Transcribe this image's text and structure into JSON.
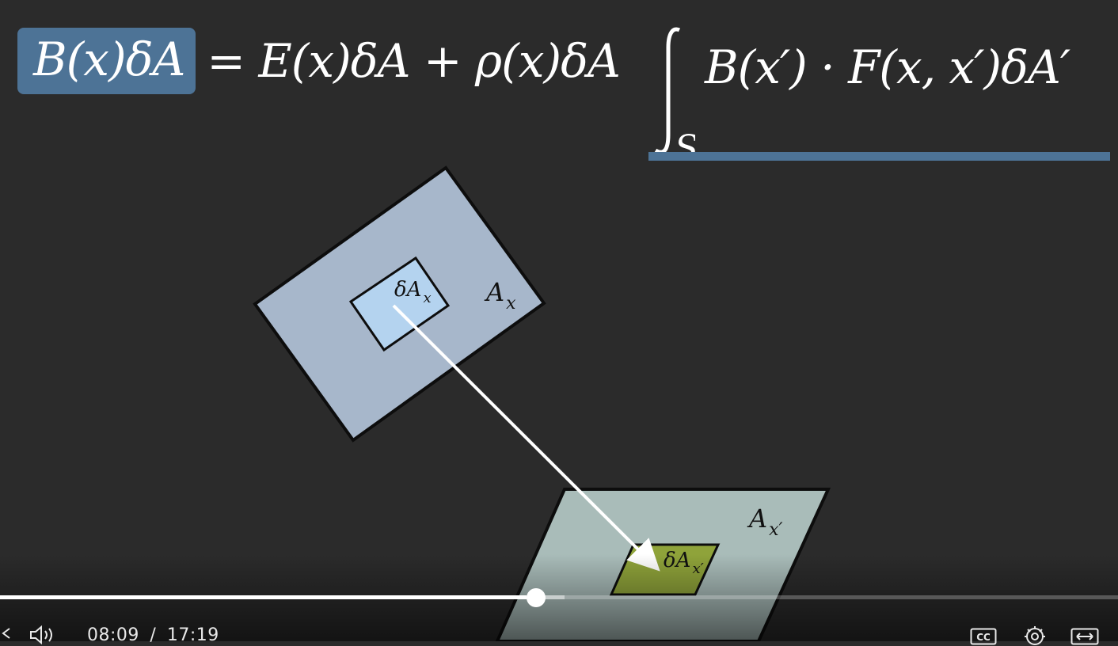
{
  "equation": {
    "lhs": "B(x)δA",
    "rhs": "= E(x)δA + ρ(x)δA",
    "integral_subscript": "S",
    "integrand": "B(x′) · F(x, x′)δA′"
  },
  "diagram": {
    "surface_x_label": "A",
    "surface_x_sub": "x",
    "patch_x_label": "δA",
    "patch_x_sub": "x",
    "surface_xp_label": "A",
    "surface_xp_sub": "x′",
    "patch_xp_label": "δA",
    "patch_xp_sub": "x′"
  },
  "player": {
    "current_time": "08:09",
    "separator": "/",
    "duration": "17:19",
    "progress_fraction": 0.471,
    "buffered_fraction": 0.505,
    "icons": [
      "prev-icon",
      "volume-icon",
      "captions-icon",
      "settings-icon",
      "theater-mode-icon"
    ]
  },
  "colors": {
    "background": "#2b2b2b",
    "accent_blue": "#4d7396",
    "surface_x": "#a7b7cb",
    "patch_x": "#b4d3ef",
    "surface_xp": "#a9bcb9",
    "patch_xp": "#8fa33a"
  }
}
